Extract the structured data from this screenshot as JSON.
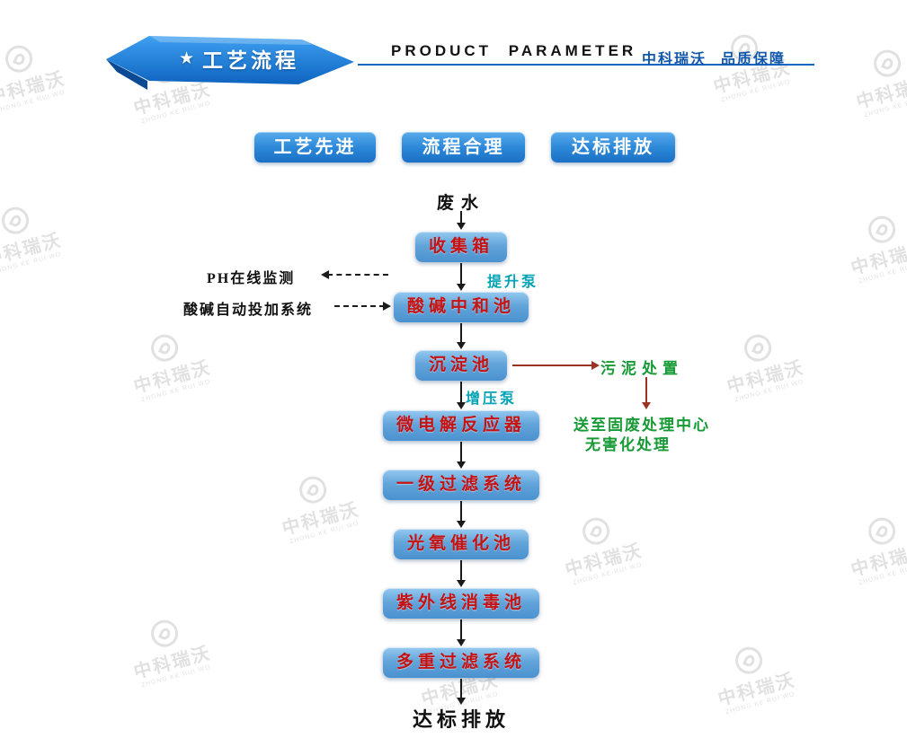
{
  "header": {
    "star": "★",
    "title": "工艺流程",
    "subtitle": "PRODUCT PARAMETER",
    "brand": "中科瑞沃",
    "quality": "品质保障"
  },
  "badges": [
    {
      "label": "工艺先进"
    },
    {
      "label": "流程合理"
    },
    {
      "label": "达标排放"
    }
  ],
  "flow": {
    "source": "废水",
    "steps": [
      {
        "label": "收集箱"
      },
      {
        "label": "酸碱中和池"
      },
      {
        "label": "沉淀池"
      },
      {
        "label": "微电解反应器"
      },
      {
        "label": "一级过滤系统"
      },
      {
        "label": "光氧催化池"
      },
      {
        "label": "紫外线消毒池"
      },
      {
        "label": "多重过滤系统"
      }
    ],
    "annotations": {
      "lift_pump": "提升泵",
      "booster_pump": "增压泵",
      "ph_monitor": "PH在线监测",
      "dosing_system": "酸碱自动投加系统",
      "sludge_disposal": "污泥处置",
      "sludge_note_line1": "送至固废处理中心",
      "sludge_note_line2": "无害化处理"
    },
    "outcome": "达标排放"
  },
  "watermark": {
    "text": "中科瑞沃",
    "subtext": "ZHONG KE RUI WO"
  },
  "colors": {
    "accent_blue": "#1a70c5",
    "box_text_red": "#c51212",
    "pump_teal": "#00a3b5",
    "note_green": "#179a36",
    "sludge_brown": "#993322"
  }
}
